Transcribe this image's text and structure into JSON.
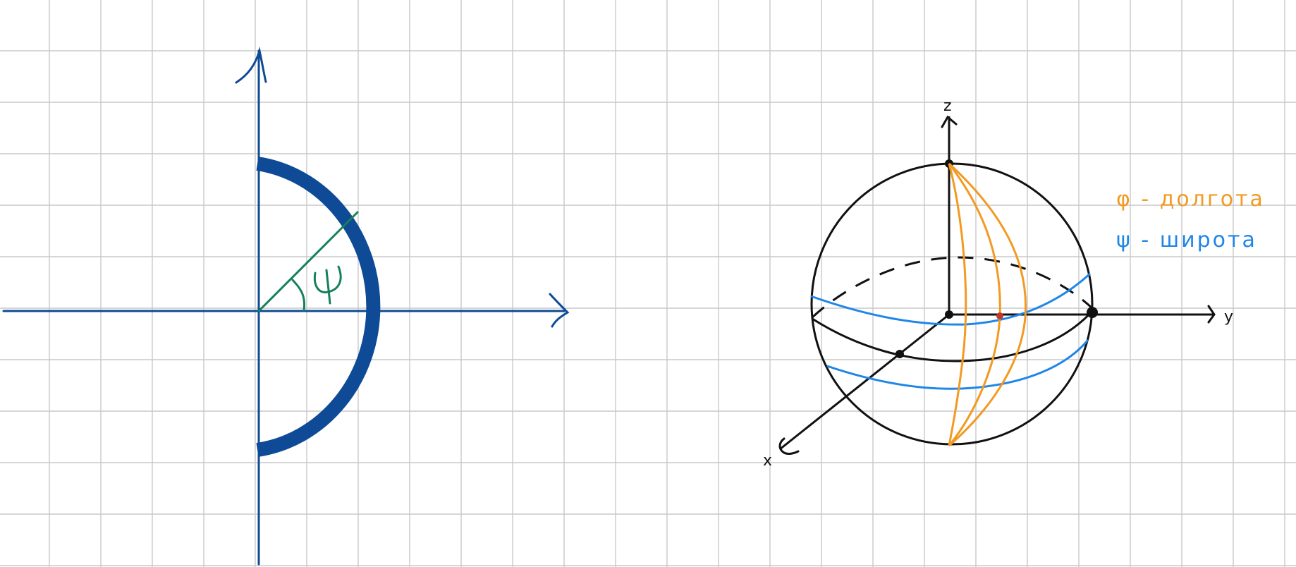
{
  "left_figure": {
    "angle_label": "ψ",
    "colors": {
      "axes": "#0e4a96",
      "arc": "#0e4a96",
      "angle": "#15805a"
    }
  },
  "right_figure": {
    "axis_labels": {
      "z": "z",
      "y": "y",
      "x": "x"
    },
    "legend": [
      {
        "text": "φ - долгота",
        "color": "#f29a22"
      },
      {
        "text": "ψ - широта",
        "color": "#1f86e8"
      }
    ],
    "colors": {
      "sphere": "#111111",
      "longitude": "#f29a22",
      "latitude": "#1f86e8",
      "point": "#c0392b"
    }
  }
}
